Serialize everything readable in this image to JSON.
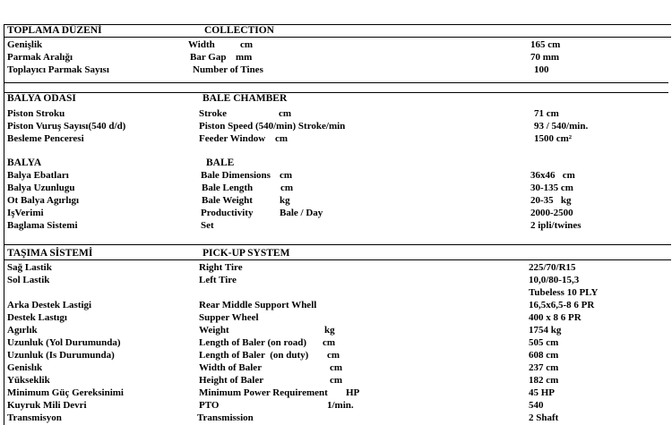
{
  "sections": [
    {
      "tr": "TOPLAMA DÜZENİ",
      "en": "COLLECTION",
      "rows": [
        {
          "tr": "Genişlik",
          "en": "Width",
          "unit": "cm",
          "value": "165 cm"
        },
        {
          "tr": "Parmak Aralığı",
          "en": "Bar Gap",
          "unit": "mm",
          "value": "70 mm"
        },
        {
          "tr": "Toplayıcı Parmak Sayısı",
          "en": "Number of Tines",
          "unit": "",
          "value": "100"
        }
      ]
    },
    {
      "tr": "BALYA ODASI",
      "en": "BALE CHAMBER",
      "rows": [
        {
          "tr": "Piston Stroku",
          "en": "Stroke",
          "unit": "cm",
          "value": "71 cm"
        },
        {
          "tr": "Piston Vuruş Sayısı(540 d/d)",
          "en": "Piston Speed (540/min) Stroke/min",
          "unit": "",
          "value": "93 / 540/min."
        },
        {
          "tr": "Besleme Penceresi",
          "en": "Feeder Window",
          "unit": "cm",
          "value": "1500 cm²"
        },
        {
          "tr": "BALYA",
          "en": "BALE",
          "unit": "",
          "value": ""
        },
        {
          "tr": "Balya Ebatları",
          "en": "Bale Dimensions",
          "unit": "cm",
          "value": "36x46   cm"
        },
        {
          "tr": "Balya Uzunlugu",
          "en": "Bale Length",
          "unit": "cm",
          "value": "30-135 cm"
        },
        {
          "tr": "Ot Balya Agırlıgı",
          "en": "Bale Weight",
          "unit": "kg",
          "value": "20-35   kg"
        },
        {
          "tr": "IşVerimi",
          "en": "Productivity",
          "unit": "Bale / Day",
          "value": "2000-2500"
        },
        {
          "tr": "Baglama Sistemi",
          "en": "Set",
          "unit": "",
          "value": "2 ipli/twines"
        }
      ]
    },
    {
      "tr": "TAŞIMA SİSTEMİ",
      "en": "PICK-UP SYSTEM",
      "rows": [
        {
          "tr": "Sağ Lastik",
          "en": "Right Tire",
          "unit": "",
          "value": "225/70/R15"
        },
        {
          "tr": "Sol Lastik",
          "en": "Left Tire",
          "unit": "",
          "value": "10,0/80-15,3"
        },
        {
          "tr": "",
          "en": "",
          "unit": "",
          "value": "Tubeless 10 PLY"
        },
        {
          "tr": "Arka Destek Lastigi",
          "en": "Rear Middle Support Whell",
          "unit": "",
          "value": "16,5x6,5-8 6 PR"
        },
        {
          "tr": "Destek Lastıgı",
          "en": "Supper Wheel",
          "unit": "",
          "value": "400 x 8 6 PR"
        },
        {
          "tr": "Agırlık",
          "en": "Weight",
          "unit": "kg",
          "value": "1754 kg"
        },
        {
          "tr": "Uzunluk (Yol Durumunda)",
          "en": "Length of Baler (on road)",
          "unit": "cm",
          "value": "505 cm"
        },
        {
          "tr": "Uzunluk (Is Durumunda)",
          "en": "Length of Baler  (on duty)",
          "unit": "cm",
          "value": "608 cm"
        },
        {
          "tr": "Genislık",
          "en": "Width of Baler",
          "unit": "cm",
          "value": "237 cm"
        },
        {
          "tr": "Yükseklik",
          "en": "Height of Baler",
          "unit": "cm",
          "value": "182 cm"
        },
        {
          "tr": "Minimum Güç Gereksinimi",
          "en": "Minimum Power Requirement",
          "unit": "HP",
          "value": "45 HP"
        },
        {
          "tr": "Kuyruk Mili Devri",
          "en": "PTO",
          "unit": "1/min.",
          "value": "540"
        },
        {
          "tr": "Transmisyon",
          "en": "Transmission",
          "unit": "",
          "value": "2 Shaft"
        }
      ]
    }
  ]
}
